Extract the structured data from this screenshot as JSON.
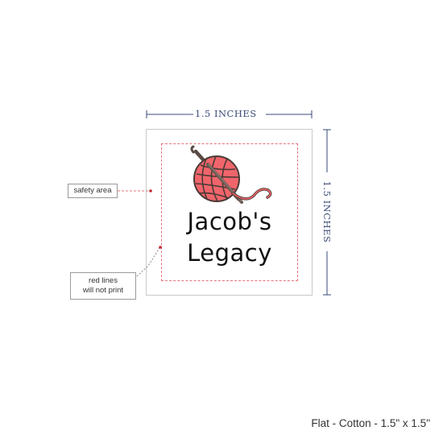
{
  "dimensions": {
    "width_label": "1.5 INCHES",
    "height_label": "1.5 INCHES",
    "line_color": "#3a4a78"
  },
  "callouts": {
    "safety_area": "safety area",
    "red_lines_line1": "red lines",
    "red_lines_line2": "will not print",
    "marker_color": "#c0272d"
  },
  "label": {
    "text_line1": "Jacob's",
    "text_line2": "Legacy",
    "icon": "yarn-ball-crochet-hook-icon",
    "yarn_color": "#f0656b",
    "guide_color": "#e8737d"
  },
  "product": {
    "caption": "Flat - Cotton - 1.5\" x 1.5\""
  }
}
